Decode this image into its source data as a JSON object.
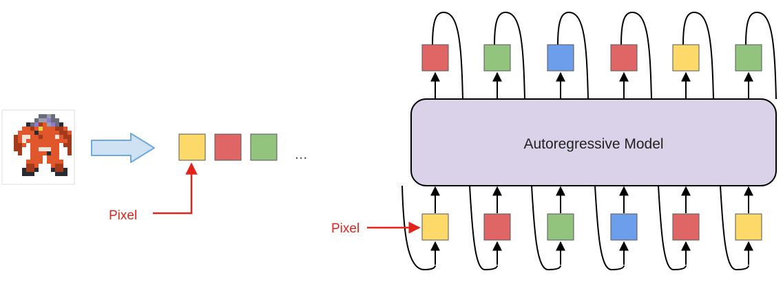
{
  "colors": {
    "yellow": "#fdd96a",
    "red": "#e06666",
    "green": "#93c47d",
    "blue": "#6d9eeb",
    "model_fill": "#d9d2e9",
    "label_red": "#e2231a",
    "arrow_fill": "#cfe2f3",
    "arrow_stroke": "#6fa8dc"
  },
  "left_panel": {
    "image": "pixel-art-creature",
    "sequence": [
      "yellow",
      "red",
      "green"
    ],
    "ellipsis": "...",
    "pixel_label": "Pixel"
  },
  "model": {
    "label": "Autoregressive Model",
    "inputs": [
      "yellow",
      "red",
      "green",
      "blue",
      "red",
      "yellow"
    ],
    "outputs": [
      "red",
      "green",
      "blue",
      "red",
      "yellow",
      "green"
    ],
    "pixel_label": "Pixel"
  }
}
